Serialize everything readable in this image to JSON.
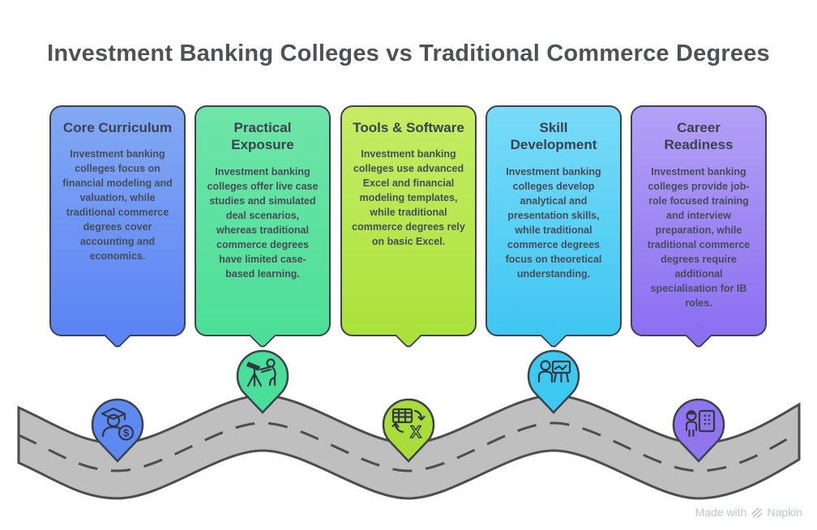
{
  "title": "Investment Banking Colleges vs Traditional Commerce Degrees",
  "cards": [
    {
      "title": "Core Curriculum",
      "body": "Investment banking colleges focus on financial modeling and valuation, while traditional commerce degrees cover accounting and economics.",
      "color_top": "#82a8f3",
      "color_bottom": "#5b84f4",
      "pin_color": "#5d8af2",
      "icon": "graduate-dollar-icon"
    },
    {
      "title": "Practical Exposure",
      "body": "Investment banking colleges offer live case studies and simulated deal scenarios, whereas traditional commerce degrees have limited case-based learning.",
      "color_top": "#6fe5a8",
      "color_bottom": "#4cdf97",
      "pin_color": "#4ade99",
      "icon": "telescope-icon"
    },
    {
      "title": "Tools & Software",
      "body": "Investment banking colleges use advanced Excel and financial modeling templates, while traditional commerce degrees rely on basic Excel.",
      "color_top": "#c6ec64",
      "color_bottom": "#aae23b",
      "pin_color": "#a9de3a",
      "icon": "spreadsheet-excel-icon"
    },
    {
      "title": "Skill Development",
      "body": "Investment banking colleges develop analytical and presentation skills, while traditional commerce degrees focus on theoretical understanding.",
      "color_top": "#79dbf8",
      "color_bottom": "#3fc6f2",
      "pin_color": "#3ec9f1",
      "icon": "presentation-chart-icon"
    },
    {
      "title": "Career Readiness",
      "body": "Investment banking colleges provide job-role focused training and interview preparation, while traditional commerce degrees require additional specialisation for IB roles.",
      "color_top": "#b3a1f6",
      "color_bottom": "#8b6ff1",
      "pin_color": "#9175ee",
      "icon": "interview-panel-icon"
    }
  ],
  "road": {
    "fill": "#bfbfbf",
    "stroke": "#4d4d4d"
  },
  "watermark": {
    "prefix": "Made with",
    "brand": "Napkin"
  }
}
